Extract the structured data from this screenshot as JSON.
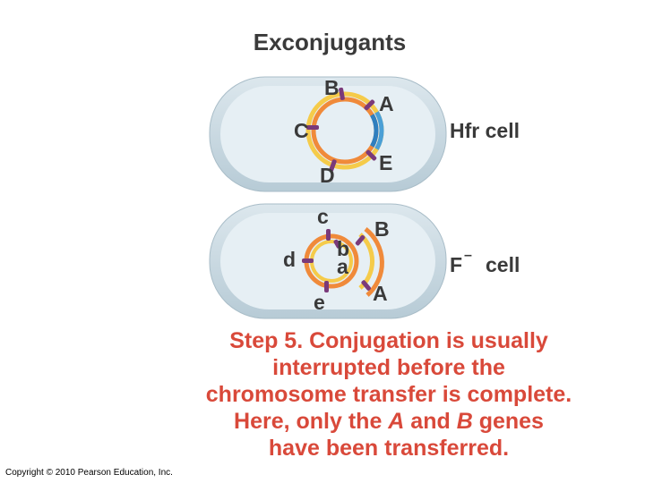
{
  "title": "Exconjugants",
  "hfr_cell": {
    "label": "Hfr cell",
    "genes": {
      "A": "A",
      "B": "B",
      "C": "C",
      "D": "D",
      "E": "E"
    }
  },
  "f_minus_cell": {
    "label_letter": "F",
    "label_superscript": "–",
    "label_rest": "cell",
    "host_genes": {
      "a": "a",
      "b": "b",
      "c": "c",
      "d": "d",
      "e": "e"
    },
    "donor_genes": {
      "A": "A",
      "B": "B"
    }
  },
  "caption": {
    "line1": "Step 5. Conjugation is usually",
    "line2": "interrupted before the",
    "line3": "chromosome transfer is complete.",
    "line4_a": "Here, only the ",
    "line4_gene_a": "A",
    "line4_b": " and ",
    "line4_gene_b": "B",
    "line4_c": " genes",
    "line5": "have been transferred."
  },
  "copyright": "Copyright © 2010 Pearson Education, Inc.",
  "colors": {
    "cell_wall": "#c9d9e2",
    "cell_interior": "#e4eef3",
    "dna_orange": "#f08a3a",
    "dna_yellow": "#f5cb4a",
    "dna_blue": "#4a9fd6",
    "gene_marker": "#7a3a7a",
    "caption_red": "#d9493a"
  }
}
